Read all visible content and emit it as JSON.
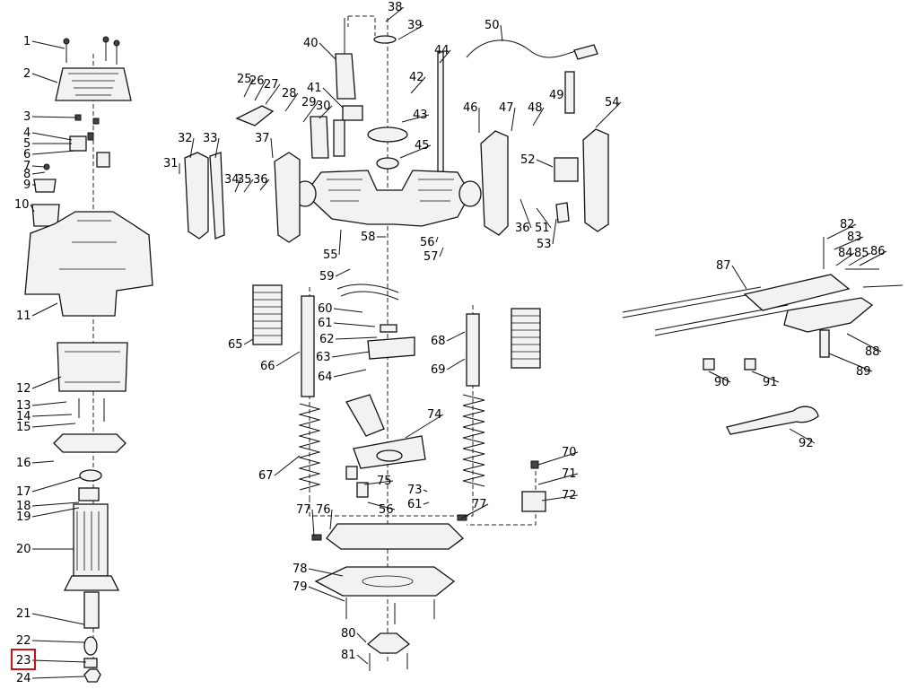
{
  "diagram": {
    "highlighted_label": "23",
    "highlight_color": "#d01010",
    "line_color": "#111111",
    "labels": [
      "1",
      "2",
      "3",
      "4",
      "5",
      "6",
      "7",
      "8",
      "9",
      "10",
      "11",
      "12",
      "13",
      "14",
      "15",
      "16",
      "17",
      "18",
      "19",
      "20",
      "21",
      "22",
      "23",
      "24",
      "25",
      "26",
      "27",
      "28",
      "29",
      "30",
      "31",
      "32",
      "33",
      "34",
      "35",
      "36",
      "36",
      "37",
      "38",
      "39",
      "40",
      "41",
      "42",
      "43",
      "44",
      "45",
      "46",
      "47",
      "48",
      "49",
      "50",
      "51",
      "52",
      "53",
      "54",
      "55",
      "56",
      "56",
      "57",
      "58",
      "59",
      "60",
      "61",
      "61",
      "62",
      "63",
      "64",
      "65",
      "66",
      "67",
      "68",
      "69",
      "70",
      "71",
      "72",
      "73",
      "74",
      "75",
      "76",
      "77",
      "77",
      "78",
      "79",
      "80",
      "81",
      "82",
      "83",
      "84",
      "85",
      "86",
      "87",
      "88",
      "89",
      "90",
      "91",
      "92"
    ]
  }
}
